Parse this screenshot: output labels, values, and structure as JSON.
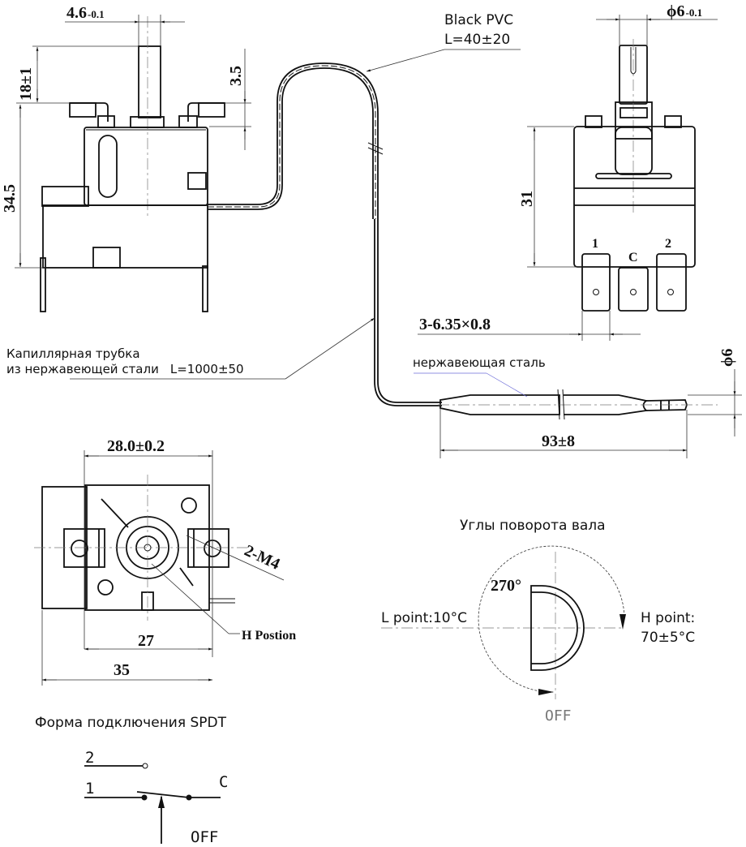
{
  "drawing": {
    "title": "Capillary thermostat technical drawing",
    "side_view": {
      "shaft_width": "4.6",
      "shaft_width_tol": "-0.1",
      "shaft_height": "18±1",
      "terminal_offset": "3.5",
      "body_height": "34.5"
    },
    "cable_label": {
      "line1": "Black PVC",
      "line2": "L=40±20"
    },
    "front_view": {
      "shaft_diameter": "ϕ6",
      "shaft_diameter_tol": "-0.1",
      "body_height": "31",
      "terminal_labels": [
        "1",
        "C",
        "2"
      ],
      "terminal_size": "3-6.35×0.8"
    },
    "capillary_label": {
      "line1": "Капиллярная трубка",
      "line2": "из нержавеющей стали",
      "length": "L=1000±50"
    },
    "bulb": {
      "material_label": "нержавеющая сталь",
      "diameter": "ϕ6",
      "length": "93±8"
    },
    "bottom_view": {
      "hole_spacing": "28.0±0.2",
      "screw_label": "2-M4",
      "inner_width": "27",
      "outer_width": "35",
      "h_position_label": "H Postion"
    },
    "rotation": {
      "title": "Углы поворота вала",
      "angle": "270°",
      "l_point_label": "L point:10°C",
      "h_point_label": "H point:",
      "h_point_value": "70±5°C",
      "off_label": "OFF"
    },
    "wiring": {
      "title": "Форма подключения SPDT",
      "pin2": "2",
      "pin1": "1",
      "common": "C",
      "off_label": "OFF"
    }
  }
}
